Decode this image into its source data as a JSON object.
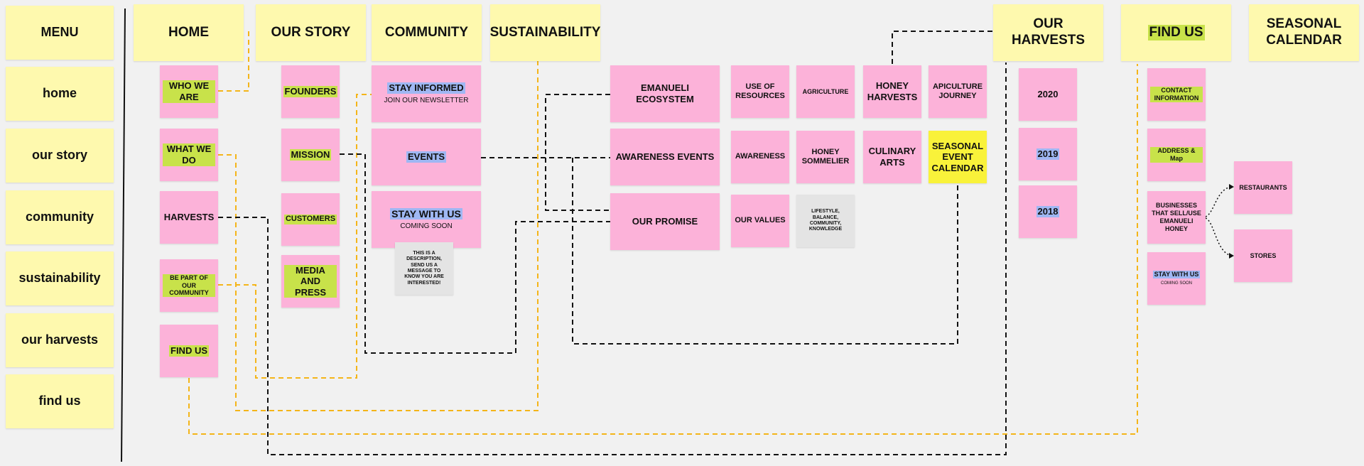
{
  "menu": {
    "header": "MENU",
    "items": [
      "home",
      "our story",
      "community",
      "sustainability",
      "our harvests",
      "find us"
    ]
  },
  "columns": {
    "home": "HOME",
    "our_story": "OUR STORY",
    "community": "COMMUNITY",
    "sustainability": "SUSTAINABILITY",
    "our_harvests": "OUR HARVESTS",
    "find_us": "FIND US",
    "seasonal_calendar": "SEASONAL CALENDAR"
  },
  "home": {
    "who_we_are": "WHO WE ARE",
    "what_we_do": "WHAT WE DO",
    "harvests": "HARVESTS",
    "be_part": "BE PART OF OUR COMMUNITY",
    "find_us": "FIND US"
  },
  "our_story": {
    "founders": "FOUNDERS",
    "mission": "MISSION",
    "customers": "CUSTOMERS",
    "media": "MEDIA AND PRESS"
  },
  "community": {
    "stay_informed": "STAY INFORMED",
    "stay_informed_sub": "JOIN OUR NEWSLETTER",
    "events": "EVENTS",
    "stay_with_us": "STAY WITH US",
    "stay_with_us_sub": "COMING SOON",
    "description_note": "THIS IS A DESCRIPTION, SEND US A MESSAGE TO KNOW YOU ARE INTERESTED!"
  },
  "sustainability": {
    "ecosystem": "EMANUELI ECOSYSTEM",
    "awareness_events": "AWARENESS EVENTS",
    "our_promise": "OUR PROMISE",
    "use_of_resources": "USE OF RESOURCES",
    "agriculture": "AGRICULTURE",
    "honey_harvests": "HONEY HARVESTS",
    "apiculture": "APICULTURE JOURNEY",
    "awareness": "AWARENESS",
    "honey_sommelier": "HONEY SOMMELIER",
    "culinary_arts": "CULINARY ARTS",
    "seasonal_event_calendar": "SEASONAL EVENT CALENDAR",
    "our_values": "OUR VALUES",
    "lifestyle": "LIFESTYLE, BALANCE, COMMUNITY, KNOWLEDGE"
  },
  "harvests": {
    "y2020": "2020",
    "y2019": "2019",
    "y2018": "2018"
  },
  "find_us": {
    "contact": "CONTACT INFORMATION",
    "address": "ADDRESS & Map",
    "businesses": "BUSINESSES THAT SELL/USE EMANUELI HONEY",
    "stay_with_us": "STAY WITH US",
    "stay_with_us_sub": "COMING SOON",
    "restaurants": "RESTAURANTS",
    "stores": "STORES"
  },
  "colors": {
    "sticky_yellow": "#fef9ae",
    "sticky_pink": "#fcb2d9",
    "sticky_bright_yellow": "#f9f23a",
    "sticky_grey": "#e4e4e4",
    "highlight_green": "#c8e24a",
    "highlight_blue": "#9fb7f3",
    "connector_orange": "#f4b519",
    "connector_black": "#111111"
  }
}
